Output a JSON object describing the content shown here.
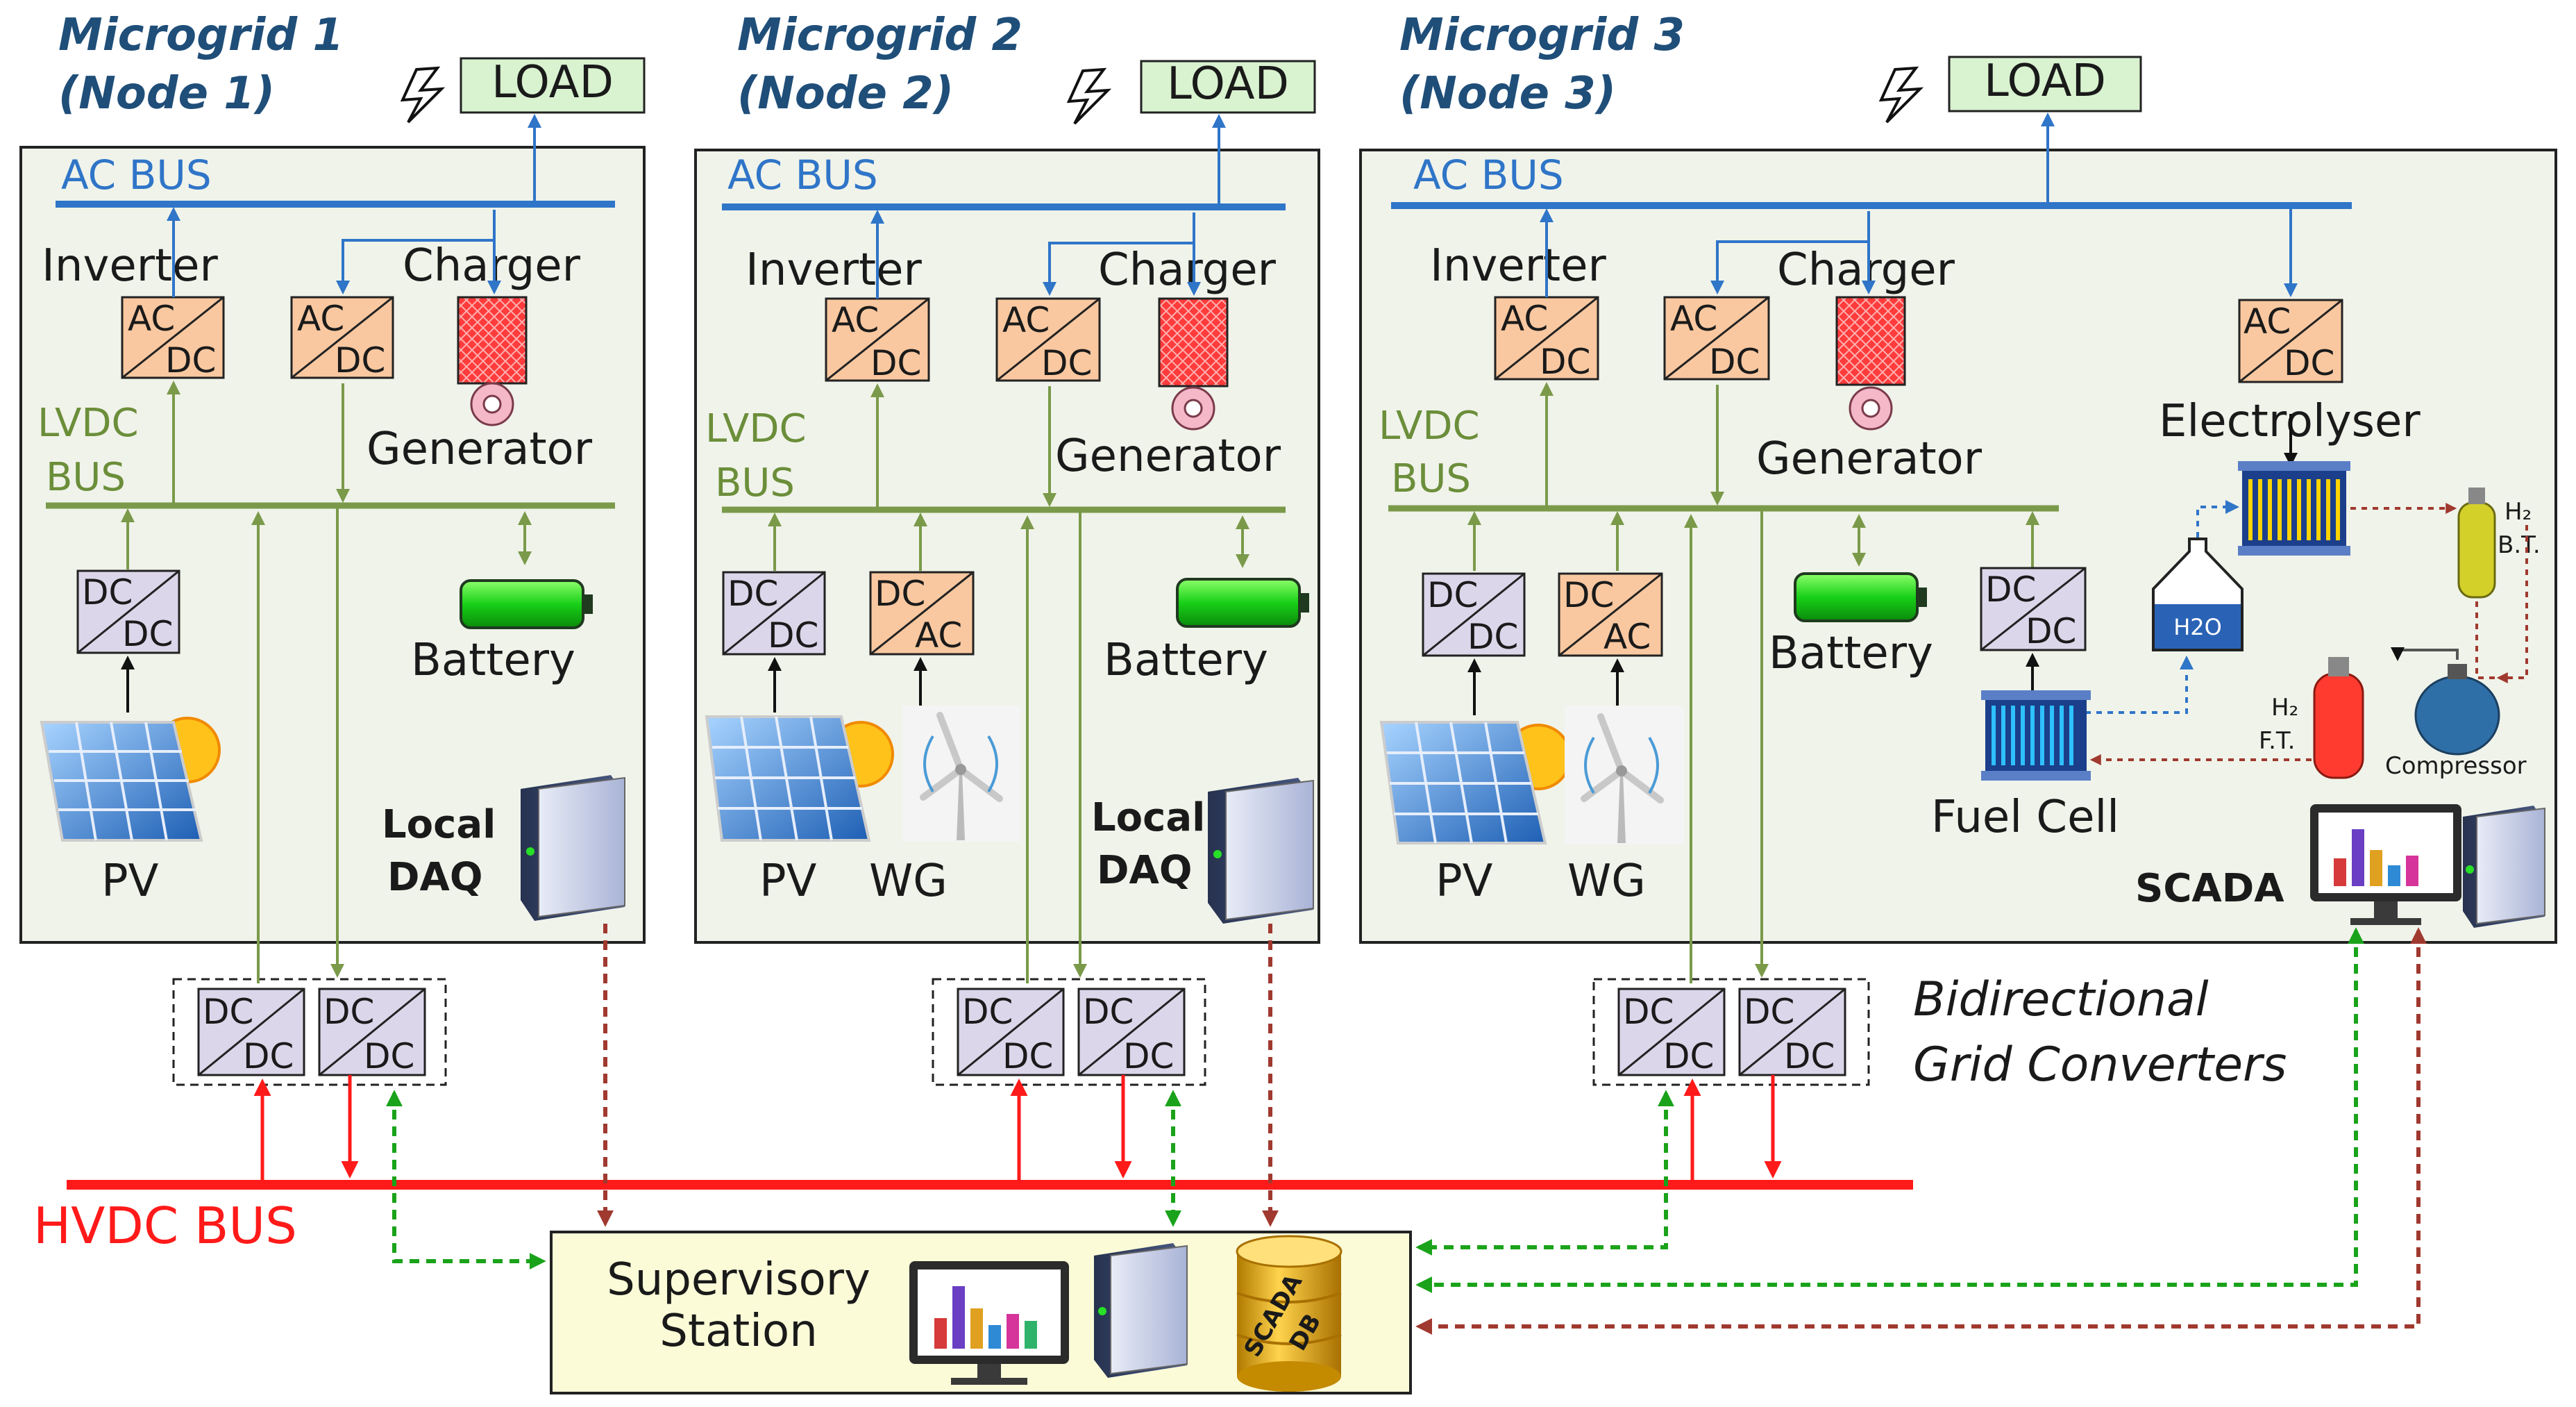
{
  "microgrids": [
    {
      "title1": "Microgrid 1",
      "title2": "(Node 1)"
    },
    {
      "title1": "Microgrid 2",
      "title2": "(Node 2)"
    },
    {
      "title1": "Microgrid 3",
      "title2": "(Node 3)"
    }
  ],
  "labels": {
    "load": "LOAD",
    "ac_bus": "AC BUS",
    "lvdc": "LVDC",
    "bus": "BUS",
    "inverter": "Inverter",
    "charger": "Charger",
    "generator": "Generator",
    "battery": "Battery",
    "pv": "PV",
    "wg": "WG",
    "local": "Local",
    "daq": "DAQ",
    "electrolyser": "Electrolyser",
    "fuel_cell": "Fuel Cell",
    "h2o": "H2O",
    "h2_bt": "B.T.",
    "h2_ft": "F.T.",
    "h2": "H₂",
    "compressor": "Compressor",
    "scada": "SCADA",
    "hvdc_bus": "HVDC BUS",
    "bidir1": "Bidirectional",
    "bidir2": "Grid Converters",
    "supervisory1": "Supervisory",
    "supervisory2": "Station",
    "scada_db1": "SCADA",
    "scada_db2": "DB"
  },
  "converter": {
    "ac": "AC",
    "dc": "DC"
  },
  "colors": {
    "ac_bus": "#2f75c8",
    "lvdc_bus": "#7a9a4a",
    "hvdc_bus": "#ff1a1a",
    "comm_green": "#1aa31a",
    "comm_brown": "#a0392f",
    "converter_orange": "#f9c8a0",
    "converter_lilac": "#dcd6ea",
    "load_fill": "#d9f2d0",
    "station_fill": "#fbfbd8"
  }
}
